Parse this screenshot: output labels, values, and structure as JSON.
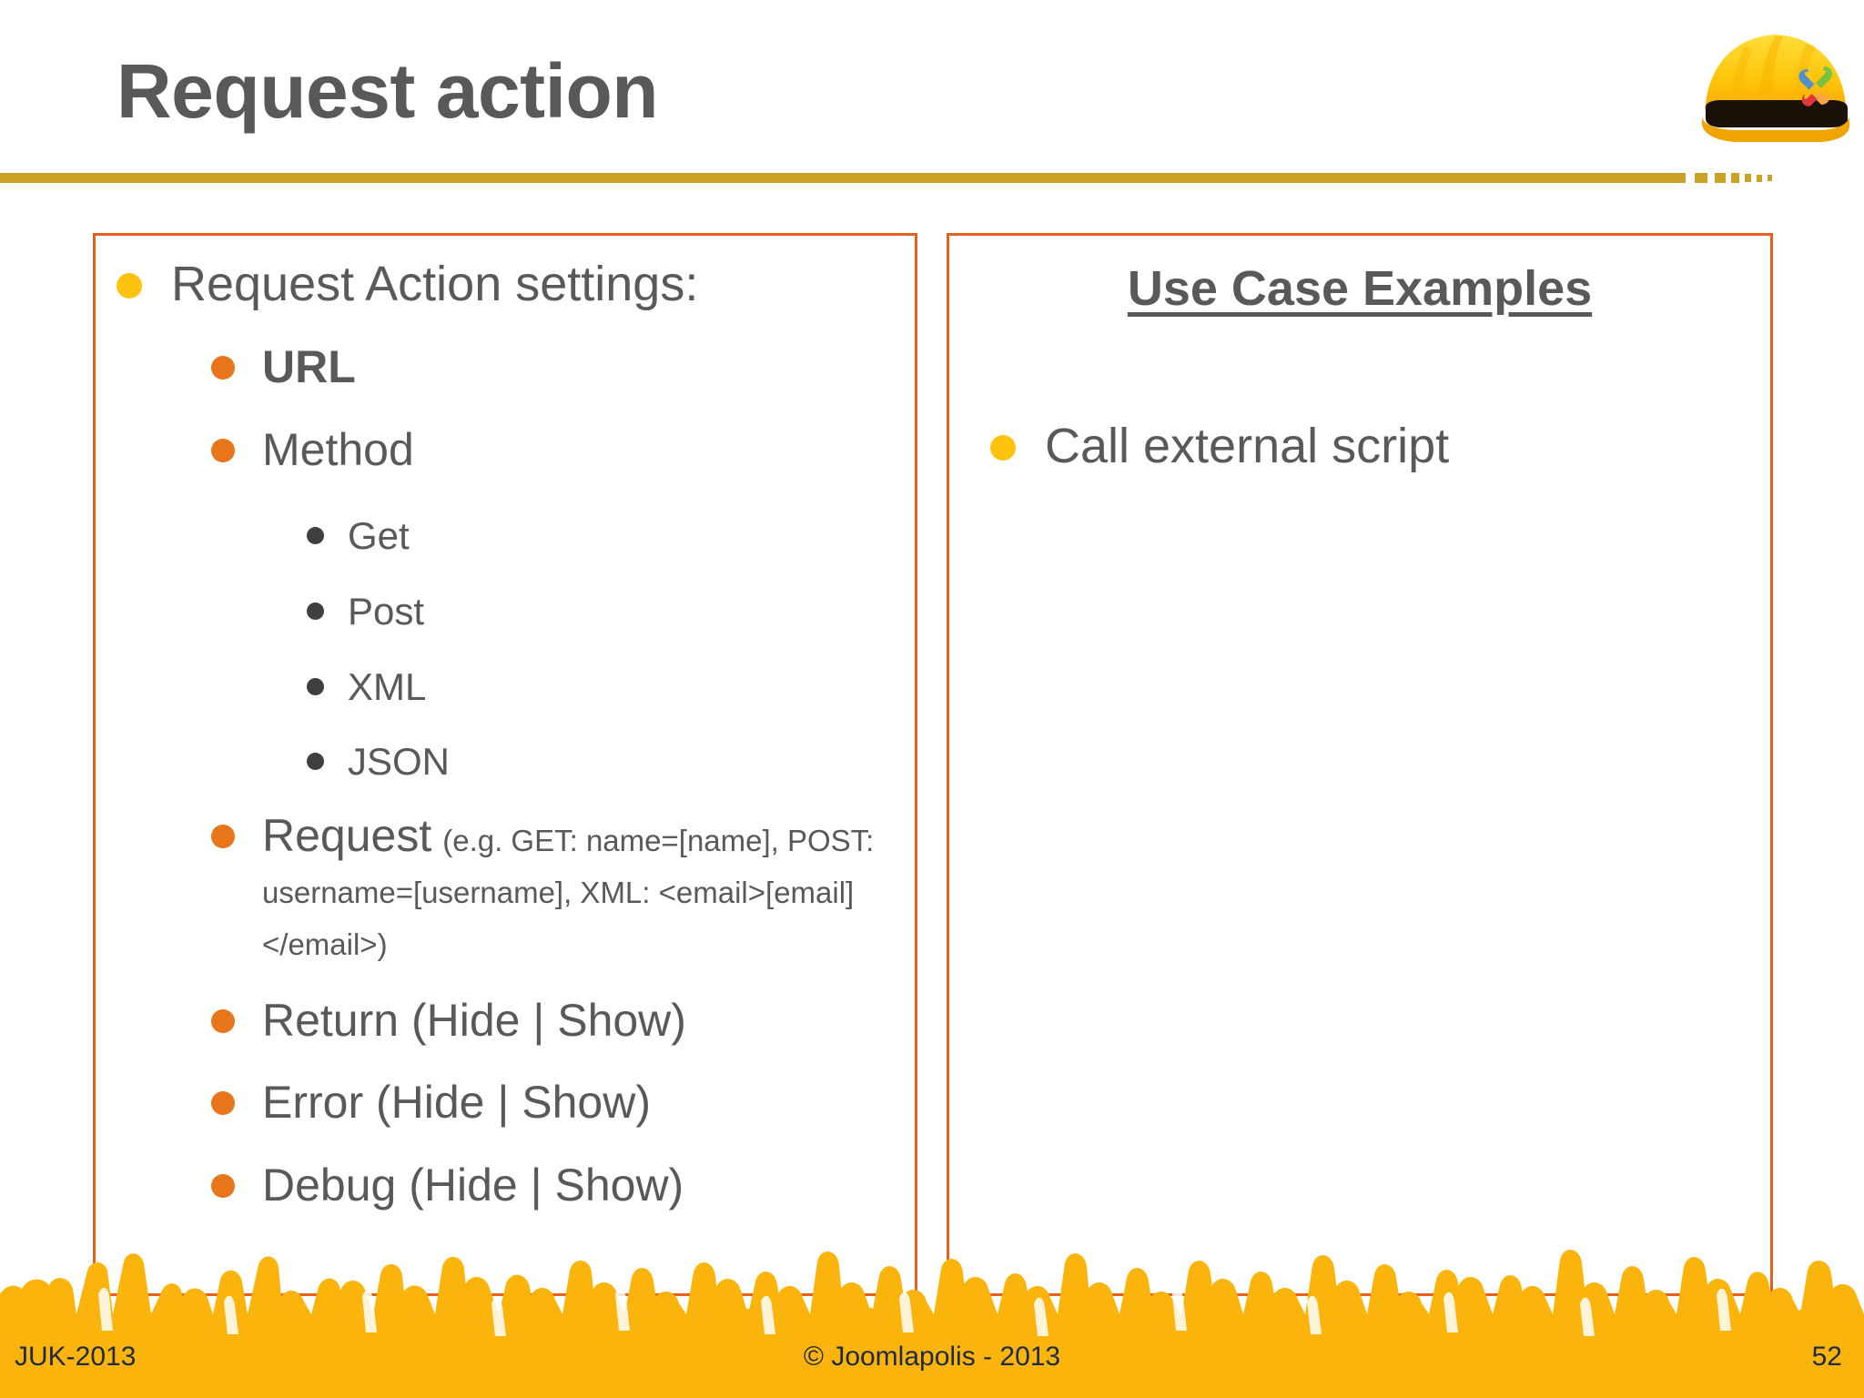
{
  "slide": {
    "title": "Request action",
    "logo_icon": "joomla-hard-hat-icon",
    "accent_gold": "#C9A227",
    "accent_orange": "#E8601C",
    "bullet_l1_color": "#FFC20E",
    "bullet_l2_color": "#E8751A",
    "bullet_l3_color": "#3F3F3F",
    "text_color": "#595959"
  },
  "left_panel": {
    "heading": "Request Action settings:",
    "settings": [
      {
        "label": "URL",
        "bold": true
      },
      {
        "label": "Method",
        "bold": false
      }
    ],
    "methods": [
      "Get",
      "Post",
      "XML",
      "JSON"
    ],
    "request": {
      "label": "Request",
      "note": "(e.g. GET: name=[name], POST: username=[username], XML: <email>[email]</email>)"
    },
    "outputs": [
      "Return (Hide | Show)",
      "Error (Hide | Show)",
      "Debug (Hide | Show)"
    ]
  },
  "right_panel": {
    "heading": "Use Case Examples",
    "items": [
      "Call external script"
    ]
  },
  "footer": {
    "left": "JUK-2013",
    "center": "© Joomlapolis - 2013",
    "page_number": "52"
  }
}
